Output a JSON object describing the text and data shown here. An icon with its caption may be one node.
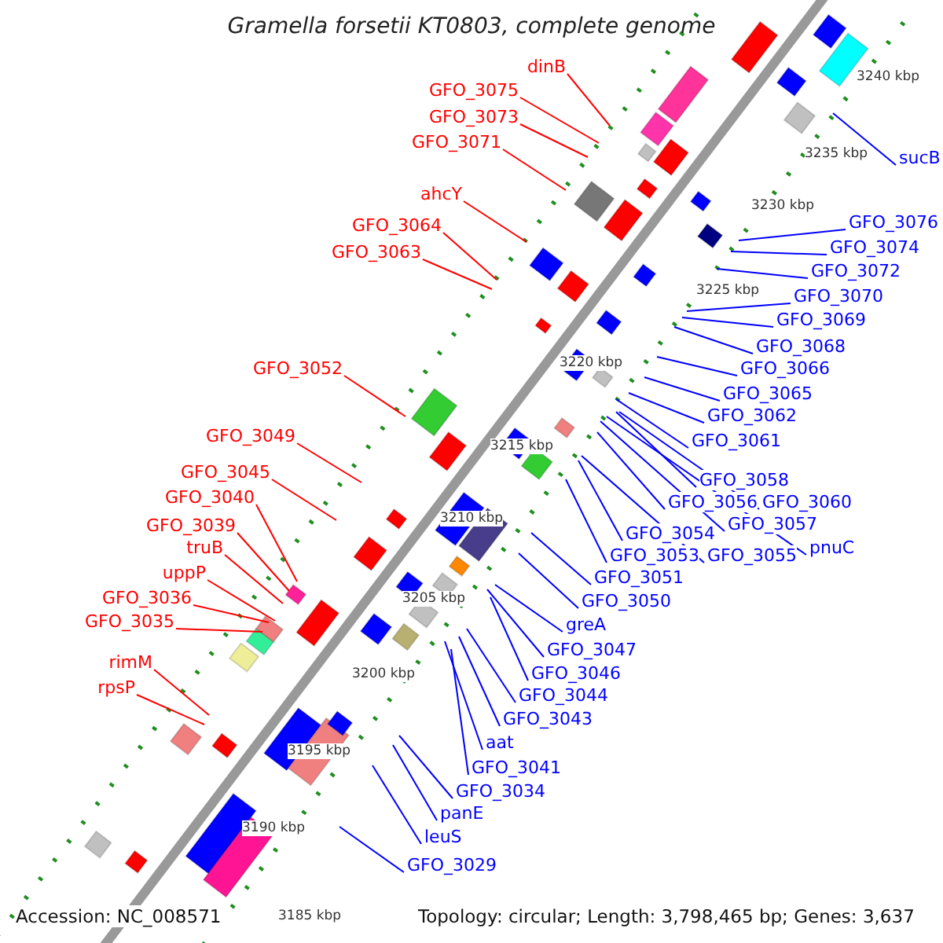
{
  "diagram": {
    "title": "Gramella forsetii KT0803, complete genome",
    "nodes": [
      {
        "text": [
          "dinB"
        ]
      },
      {
        "text": [
          "GFO_3075"
        ]
      },
      {
        "text": [
          "GFO_3073"
        ]
      },
      {
        "text": [
          "GFO_3071"
        ]
      },
      {
        "text": [
          "ahcY"
        ]
      },
      {
        "text": [
          "GFO_3064"
        ]
      },
      {
        "text": [
          "GFO_3063"
        ]
      },
      {
        "text": [
          "GFO_3052"
        ]
      },
      {
        "text": [
          "GFO_3049"
        ]
      },
      {
        "text": [
          "GFO_3045"
        ]
      },
      {
        "text": [
          "GFO_3040"
        ]
      },
      {
        "text": [
          "GFO_3039"
        ]
      },
      {
        "text": [
          "truB"
        ]
      },
      {
        "text": [
          "uppP"
        ]
      },
      {
        "text": [
          "GFO_3036"
        ]
      },
      {
        "text": [
          "GFO_3035"
        ]
      },
      {
        "text": [
          "rimM"
        ]
      },
      {
        "text": [
          "rpsP"
        ]
      },
      {
        "text": [
          "sucB"
        ]
      },
      {
        "text": [
          "GFO_3076"
        ]
      },
      {
        "text": [
          "GFO_3074"
        ]
      },
      {
        "text": [
          "GFO_3072"
        ]
      },
      {
        "text": [
          "GFO_3070"
        ]
      },
      {
        "text": [
          "GFO_3069"
        ]
      },
      {
        "text": [
          "GFO_3068"
        ]
      },
      {
        "text": [
          "GFO_3066"
        ]
      },
      {
        "text": [
          "GFO_3065"
        ]
      },
      {
        "text": [
          "GFO_3062"
        ]
      },
      {
        "text": [
          "GFO_3061"
        ]
      },
      {
        "text": [
          "GFO_3058"
        ]
      },
      {
        "text": [
          "GFO_3060"
        ]
      },
      {
        "text": [
          "GFO_3056"
        ]
      },
      {
        "text": [
          "GFO_3057"
        ]
      },
      {
        "text": [
          "pnuC"
        ]
      },
      {
        "text": [
          "GFO_3054"
        ]
      },
      {
        "text": [
          "GFO_3055"
        ]
      },
      {
        "text": [
          "GFO_3053"
        ]
      },
      {
        "text": [
          "GFO_3051"
        ]
      },
      {
        "text": [
          "GFO_3050"
        ]
      },
      {
        "text": [
          "greA"
        ]
      },
      {
        "text": [
          "GFO_3047"
        ]
      },
      {
        "text": [
          "GFO_3046"
        ]
      },
      {
        "text": [
          "GFO_3044"
        ]
      },
      {
        "text": [
          "GFO_3043"
        ]
      },
      {
        "text": [
          "aat"
        ]
      },
      {
        "text": [
          "GFO_3041"
        ]
      },
      {
        "text": [
          "GFO_3034"
        ]
      },
      {
        "text": [
          "panE"
        ]
      },
      {
        "text": [
          "leuS"
        ]
      },
      {
        "text": [
          "GFO_3029"
        ]
      }
    ],
    "edges": [
      {
        "from": 0,
        "to": null,
        "arrow": "none",
        "color": "#ff0000"
      },
      {
        "from": 1,
        "to": null,
        "arrow": "none",
        "color": "#ff0000"
      },
      {
        "from": 2,
        "to": null,
        "arrow": "none",
        "color": "#ff0000"
      },
      {
        "from": 3,
        "to": null,
        "arrow": "none",
        "color": "#ff0000"
      },
      {
        "from": 4,
        "to": null,
        "arrow": "none",
        "color": "#ff0000"
      },
      {
        "from": 5,
        "to": null,
        "arrow": "none",
        "color": "#ff0000"
      },
      {
        "from": 6,
        "to": null,
        "arrow": "none",
        "color": "#ff0000"
      },
      {
        "from": 7,
        "to": null,
        "arrow": "none",
        "color": "#ff0000"
      },
      {
        "from": 8,
        "to": null,
        "arrow": "none",
        "color": "#ff0000"
      },
      {
        "from": 9,
        "to": null,
        "arrow": "none",
        "color": "#ff0000"
      },
      {
        "from": 10,
        "to": null,
        "arrow": "none",
        "color": "#ff0000"
      },
      {
        "from": 11,
        "to": null,
        "arrow": "none",
        "color": "#ff0000"
      },
      {
        "from": 12,
        "to": null,
        "arrow": "none",
        "color": "#ff0000"
      },
      {
        "from": 13,
        "to": null,
        "arrow": "none",
        "color": "#ff0000"
      },
      {
        "from": 14,
        "to": null,
        "arrow": "none",
        "color": "#ff0000"
      },
      {
        "from": 15,
        "to": null,
        "arrow": "none",
        "color": "#ff0000"
      },
      {
        "from": 16,
        "to": null,
        "arrow": "none",
        "color": "#ff0000"
      },
      {
        "from": 17,
        "to": null,
        "arrow": "none",
        "color": "#ff0000"
      },
      {
        "from": 18,
        "to": null,
        "arrow": "none"
      },
      {
        "from": 19,
        "to": null,
        "arrow": "none"
      },
      {
        "from": 20,
        "to": null,
        "arrow": "none"
      },
      {
        "from": 21,
        "to": null,
        "arrow": "none"
      },
      {
        "from": 22,
        "to": null,
        "arrow": "none"
      },
      {
        "from": 23,
        "to": null,
        "arrow": "none"
      },
      {
        "from": 24,
        "to": null,
        "arrow": "none"
      },
      {
        "from": 25,
        "to": null,
        "arrow": "none"
      },
      {
        "from": 26,
        "to": null,
        "arrow": "none"
      },
      {
        "from": 27,
        "to": null,
        "arrow": "none"
      },
      {
        "from": 28,
        "to": null,
        "arrow": "none"
      },
      {
        "from": 29,
        "to": null,
        "arrow": "none"
      },
      {
        "from": 30,
        "to": null,
        "arrow": "none"
      },
      {
        "from": 31,
        "to": null,
        "arrow": "none"
      },
      {
        "from": 32,
        "to": null,
        "arrow": "none"
      },
      {
        "from": 33,
        "to": null,
        "arrow": "none"
      },
      {
        "from": 34,
        "to": null,
        "arrow": "none"
      },
      {
        "from": 35,
        "to": null,
        "arrow": "none"
      },
      {
        "from": 36,
        "to": null,
        "arrow": "none"
      },
      {
        "from": 37,
        "to": null,
        "arrow": "none"
      },
      {
        "from": 38,
        "to": null,
        "arrow": "none"
      },
      {
        "from": 39,
        "to": null,
        "arrow": "none"
      },
      {
        "from": 40,
        "to": null,
        "arrow": "none"
      },
      {
        "from": 41,
        "to": null,
        "arrow": "none"
      },
      {
        "from": 42,
        "to": null,
        "arrow": "none"
      },
      {
        "from": 43,
        "to": null,
        "arrow": "none"
      },
      {
        "from": 44,
        "to": null,
        "arrow": "none"
      },
      {
        "from": 45,
        "to": null,
        "arrow": "none"
      },
      {
        "from": 46,
        "to": null,
        "arrow": "none"
      },
      {
        "from": 47,
        "to": null,
        "arrow": "none"
      },
      {
        "from": 48,
        "to": null,
        "arrow": "none"
      },
      {
        "from": 49,
        "to": null,
        "arrow": "none"
      }
    ],
    "labels": [
      "3240 kbp",
      "3235 kbp",
      "3230 kbp",
      "3225 kbp",
      "3220 kbp",
      "3215 kbp",
      "3210 kbp",
      "3205 kbp",
      "3200 kbp",
      "3195 kbp",
      "3190 kbp",
      "3185 kbp",
      "Accession: NC_008571",
      "Topology: circular; Length: 3,798,465 bp; Genes: 3,637"
    ]
  }
}
